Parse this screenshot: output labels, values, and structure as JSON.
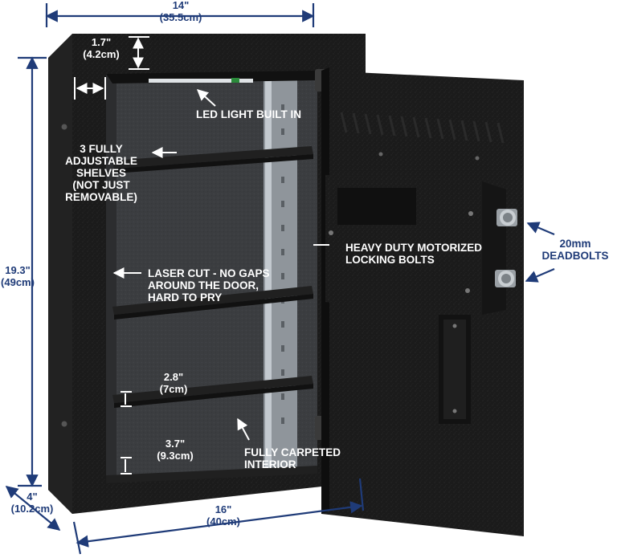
{
  "colors": {
    "dimension_blue": "#1f3b78",
    "safe_body": "#1c1c1c",
    "carpet": "#3a3c3f",
    "label_white": "#ffffff",
    "background": "#ffffff"
  },
  "dimensions": {
    "width_top": {
      "imperial": "14\"",
      "metric": "(35.5cm)"
    },
    "flange": {
      "imperial": "1.7\"",
      "metric": "(4.2cm)"
    },
    "height": {
      "imperial": "19.3\"",
      "metric": "(49cm)"
    },
    "depth": {
      "imperial": "4\"",
      "metric": "(10.2cm)"
    },
    "width_bottom": {
      "imperial": "16\"",
      "metric": "(40cm)"
    },
    "shelf_gap": {
      "imperial": "2.8\"",
      "metric": "(7cm)"
    },
    "bottom_gap": {
      "imperial": "3.7\"",
      "metric": "(9.3cm)"
    }
  },
  "callouts": {
    "led": "LED LIGHT BUILT IN",
    "shelves": [
      "3 FULLY",
      "ADJUSTABLE",
      "SHELVES",
      "(NOT JUST",
      "REMOVABLE)"
    ],
    "laser": [
      "LASER CUT - NO GAPS",
      "AROUND THE DOOR,",
      "HARD TO PRY"
    ],
    "motorized": [
      "HEAVY DUTY MOTORIZED",
      "LOCKING BOLTS"
    ],
    "deadbolts": [
      "20mm",
      "DEADBOLTS"
    ],
    "carpeted": [
      "FULLY CARPETED",
      "INTERIOR"
    ]
  }
}
